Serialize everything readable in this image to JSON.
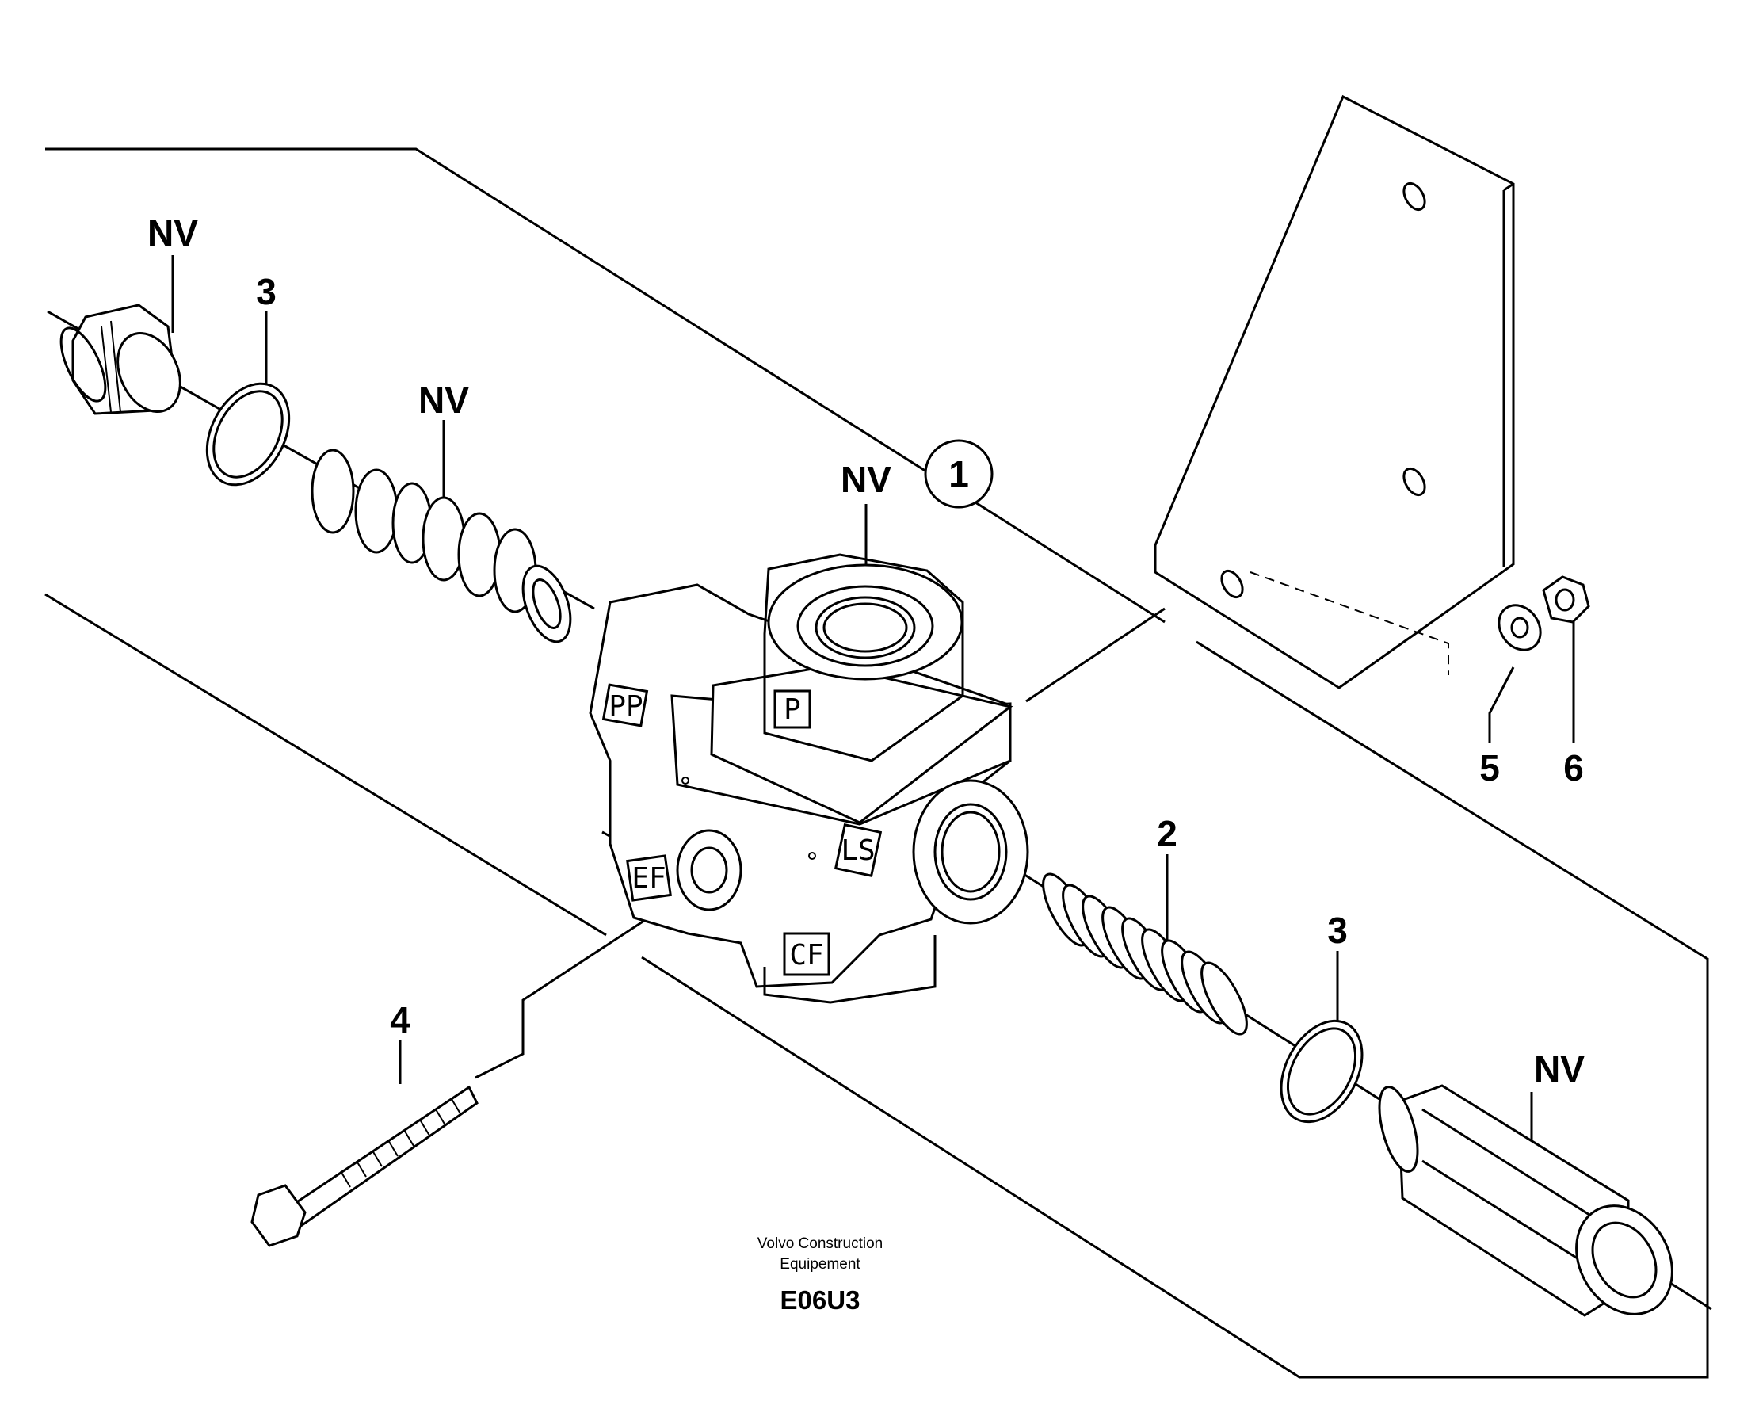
{
  "callouts": {
    "nv_plug_left": "NV",
    "item3_left": "3",
    "nv_spool": "NV",
    "item1": "1",
    "nv_body": "NV",
    "item5": "5",
    "item6": "6",
    "item2": "2",
    "item3_right": "3",
    "item4": "4",
    "nv_plug_right": "NV"
  },
  "ports": {
    "pp": "PP",
    "p": "P",
    "ls": "LS",
    "ef": "EF",
    "cf": "CF"
  },
  "footer": {
    "line1": "Volvo Construction",
    "line2": "Equipement",
    "code": "E06U3"
  }
}
